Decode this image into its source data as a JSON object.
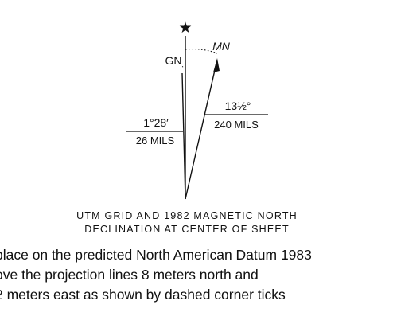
{
  "diagram": {
    "star_glyph": "★",
    "gn_label": "GN",
    "mn_label": "MN",
    "left_angle": {
      "degrees": "1°28′",
      "mils": "26 MILS"
    },
    "right_angle": {
      "degrees": "13½°",
      "mils": "240 MILS"
    }
  },
  "caption": {
    "line1": "UTM GRID AND 1982 MAGNETIC NORTH",
    "line2": "DECLINATION AT CENTER OF SHEET"
  },
  "note": {
    "line1": "place on the predicted North American Datum 1983",
    "line2": "ove the projection lines 8 meters north and",
    "line3": "2 meters east as shown by dashed corner ticks"
  }
}
